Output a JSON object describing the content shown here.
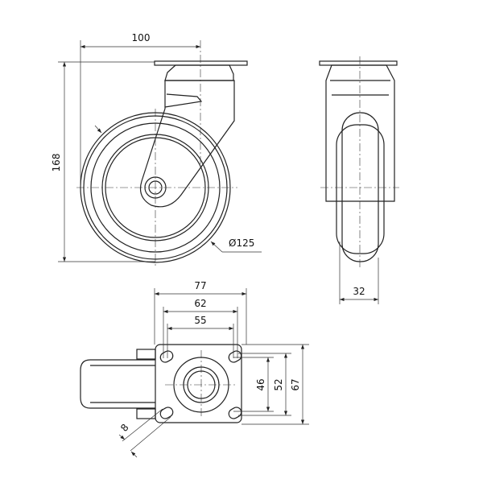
{
  "drawing": {
    "front_view": {
      "width_dim": "100",
      "height_dim": "168",
      "diameter_dim": "Ø125"
    },
    "side_view": {
      "wheel_width_dim": "32"
    },
    "top_view": {
      "plate_width_dim": "77",
      "hole_spacing_x_outer": "62",
      "hole_spacing_x_inner": "55",
      "hole_spacing_y_inner": "46",
      "hole_spacing_y_outer": "52",
      "plate_height_dim": "67",
      "hole_diameter_dim": "8"
    }
  }
}
